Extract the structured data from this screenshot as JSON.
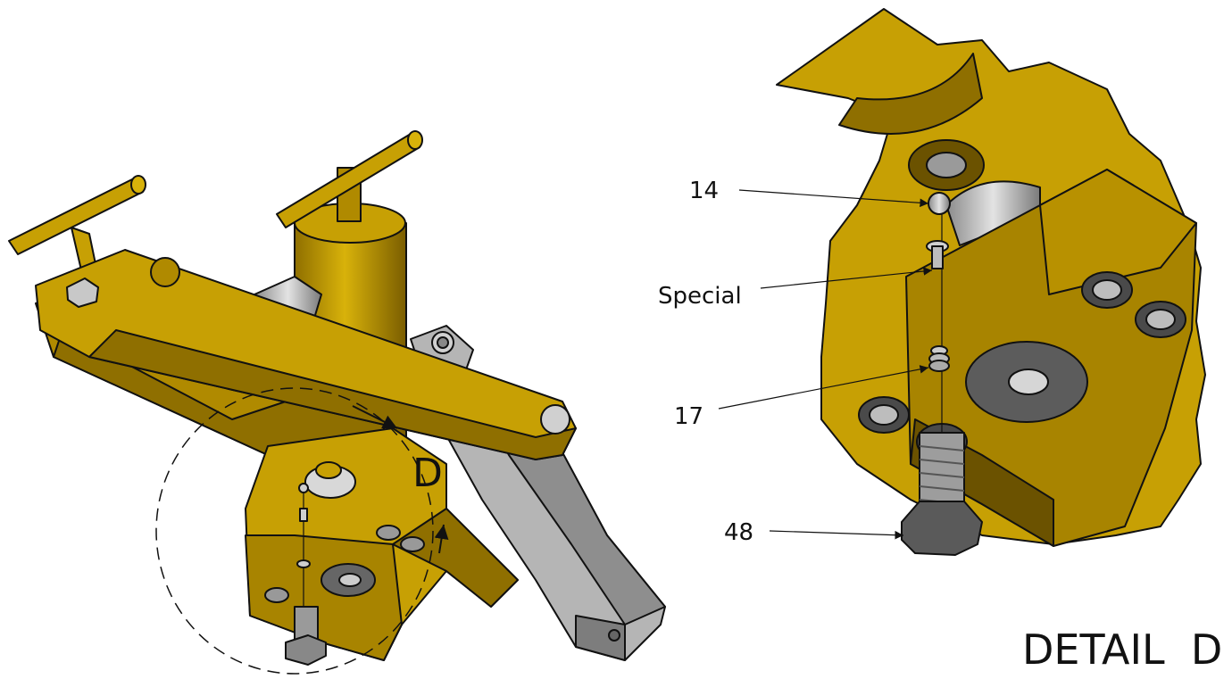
{
  "detail_letter": "D",
  "detail_title": "DETAIL  D",
  "callouts": [
    "14",
    "Special",
    "17",
    "48"
  ],
  "colors": {
    "brass": "#c7a004",
    "brass_dark": "#6b5200",
    "brass_shadow": "#8f6f00",
    "steel": "#b9b9b9",
    "steel_dark": "#7d7d7d",
    "outline": "#111111"
  }
}
